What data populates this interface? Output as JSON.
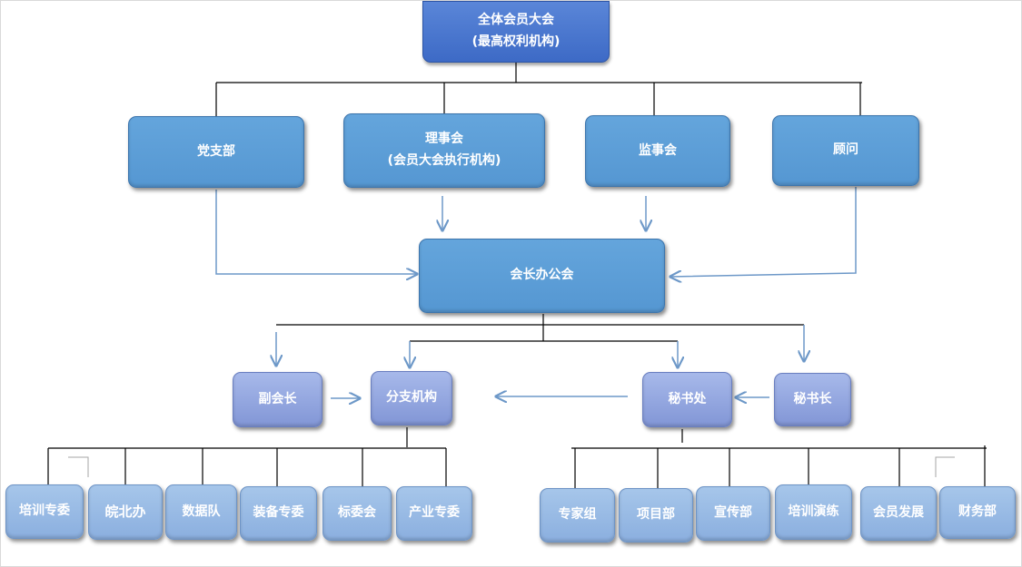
{
  "root": {
    "line1": "全体会员大会",
    "line2": "(最高权利机构)"
  },
  "level1": {
    "party": "党支部",
    "council": {
      "line1": "理事会",
      "line2": "(会员大会执行机构)"
    },
    "supervisory": "监事会",
    "advisor": "顾问"
  },
  "office": "会长办公会",
  "level2": {
    "vice_president": "副会长",
    "branches": "分支机构",
    "secretariat": "秘书处",
    "secretary_general": "秘书长"
  },
  "branch_units": [
    "培训专委",
    "皖北办",
    "数据队",
    "装备专委",
    "标委会",
    "产业专委"
  ],
  "secretariat_units": [
    "专家组",
    "项目部",
    "宣传部",
    "培训演练",
    "会员发展",
    "财务部"
  ],
  "colors": {
    "root": "#4472c4",
    "level1": "#5b9bd5",
    "level2": "#8ea0dc",
    "level3": "#9dbde6",
    "arrow": "#6d98c8",
    "line": "#000000"
  }
}
